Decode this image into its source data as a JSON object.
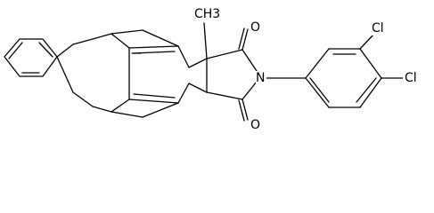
{
  "structure": {
    "atoms": {
      "O_top": "O",
      "O_bottom": "O",
      "N": "N",
      "Cl_upper": "Cl",
      "Cl_lower": "Cl",
      "methyl": "CH3"
    }
  },
  "colors": {
    "line": "#000000",
    "background": "#ffffff"
  }
}
